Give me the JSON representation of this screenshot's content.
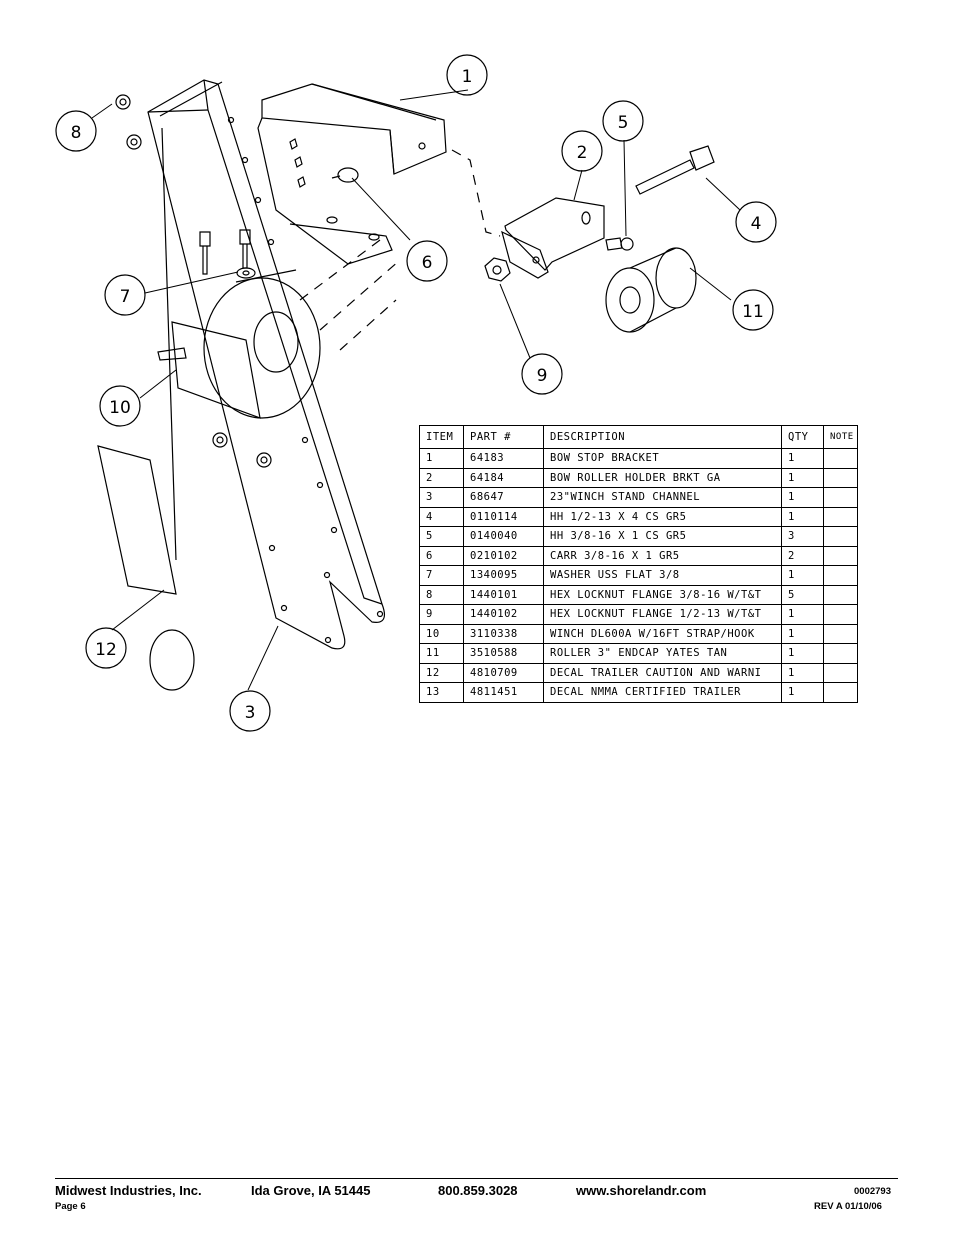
{
  "callouts": [
    "1",
    "2",
    "3",
    "4",
    "5",
    "6",
    "7",
    "8",
    "9",
    "10",
    "11",
    "12"
  ],
  "table": {
    "headers": [
      "ITEM",
      "PART #",
      "DESCRIPTION",
      "QTY",
      "NOTE"
    ],
    "rows": [
      [
        "1",
        "64183",
        "BOW STOP BRACKET",
        "1",
        ""
      ],
      [
        "2",
        "64184",
        "BOW ROLLER HOLDER BRKT GA",
        "1",
        ""
      ],
      [
        "3",
        "68647",
        "23\"WINCH STAND CHANNEL",
        "1",
        ""
      ],
      [
        "4",
        "0110114",
        "HH 1/2-13 X 4 CS GR5",
        "1",
        ""
      ],
      [
        "5",
        "0140040",
        "HH 3/8-16 X 1 CS GR5",
        "3",
        ""
      ],
      [
        "6",
        "0210102",
        "CARR 3/8-16 X 1 GR5",
        "2",
        ""
      ],
      [
        "7",
        "1340095",
        "WASHER USS FLAT 3/8",
        "1",
        ""
      ],
      [
        "8",
        "1440101",
        "HEX LOCKNUT FLANGE 3/8-16 W/T&T",
        "5",
        ""
      ],
      [
        "9",
        "1440102",
        "HEX LOCKNUT FLANGE 1/2-13 W/T&T",
        "1",
        ""
      ],
      [
        "10",
        "3110338",
        "WINCH DL600A W/16FT STRAP/HOOK",
        "1",
        ""
      ],
      [
        "11",
        "3510588",
        "ROLLER 3\" ENDCAP YATES TAN",
        "1",
        ""
      ],
      [
        "12",
        "4810709",
        "DECAL TRAILER CAUTION AND WARNI",
        "1",
        ""
      ],
      [
        "13",
        "4811451",
        " DECAL NMMA CERTIFIED TRAILER",
        "1",
        ""
      ]
    ]
  },
  "footer": {
    "company": "Midwest Industries, Inc.",
    "location": "Ida Grove, IA  51445",
    "phone": "800.859.3028",
    "website": "www.shorelandr.com",
    "doc_number": "0002793",
    "page": "Page 6",
    "revision": "REV  A  01/10/06"
  }
}
